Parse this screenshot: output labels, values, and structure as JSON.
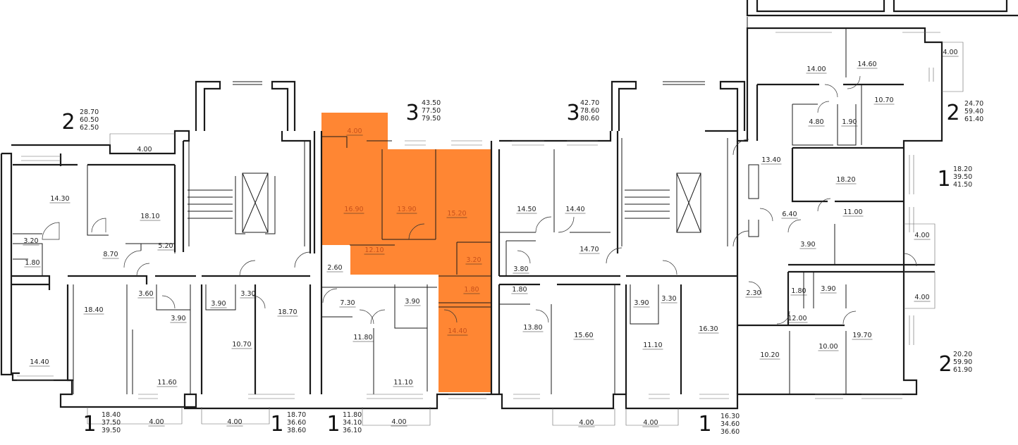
{
  "colors": {
    "highlight": "#ff8633",
    "wall": "#1a1a1a",
    "background": "#ffffff"
  },
  "apartments": [
    {
      "rooms": "2",
      "living": "28.70",
      "total": "60.50",
      "total_balcony": "62.50"
    },
    {
      "rooms": "3",
      "living": "43.50",
      "total": "77.50",
      "total_balcony": "79.50",
      "highlighted": true
    },
    {
      "rooms": "3",
      "living": "42.70",
      "total": "78.60",
      "total_balcony": "80.60"
    },
    {
      "rooms": "2",
      "living": "24.70",
      "total": "59.40",
      "total_balcony": "61.40"
    },
    {
      "rooms": "1",
      "living": "18.20",
      "total": "39.50",
      "total_balcony": "41.50"
    },
    {
      "rooms": "2",
      "living": "20.20",
      "total": "59.90",
      "total_balcony": "61.90"
    },
    {
      "rooms": "1",
      "living": "18.40",
      "total": "37.50",
      "total_balcony": "39.50"
    },
    {
      "rooms": "1",
      "living": "18.70",
      "total": "36.60",
      "total_balcony": "38.60"
    },
    {
      "rooms": "1",
      "living": "11.80",
      "total": "34.10",
      "total_balcony": "36.10"
    },
    {
      "rooms": "1",
      "living": "16.30",
      "total": "34.60",
      "total_balcony": "36.60"
    }
  ],
  "room_areas": [
    "4.00",
    "14.30",
    "18.10",
    "3.20",
    "1.80",
    "8.70",
    "5.20",
    "14.40",
    "18.40",
    "3.60",
    "3.90",
    "11.60",
    "4.00",
    "3.90",
    "3.30",
    "18.70",
    "10.70",
    "4.00",
    "2.60",
    "7.30",
    "3.90",
    "11.80",
    "11.10",
    "4.00",
    "4.00",
    "16.90",
    "13.90",
    "15.20",
    "12.10",
    "3.20",
    "1.80",
    "14.40",
    "14.50",
    "14.40",
    "14.70",
    "3.80",
    "1.80",
    "13.80",
    "15.60",
    "4.00",
    "3.90",
    "3.30",
    "16.30",
    "11.10",
    "4.00",
    "4.00",
    "14.00",
    "14.60",
    "10.70",
    "4.80",
    "1.90",
    "13.40",
    "18.20",
    "11.00",
    "6.40",
    "3.90",
    "4.00",
    "2.30",
    "1.80",
    "3.90",
    "12.00",
    "10.20",
    "10.00",
    "19.70",
    "4.00"
  ]
}
